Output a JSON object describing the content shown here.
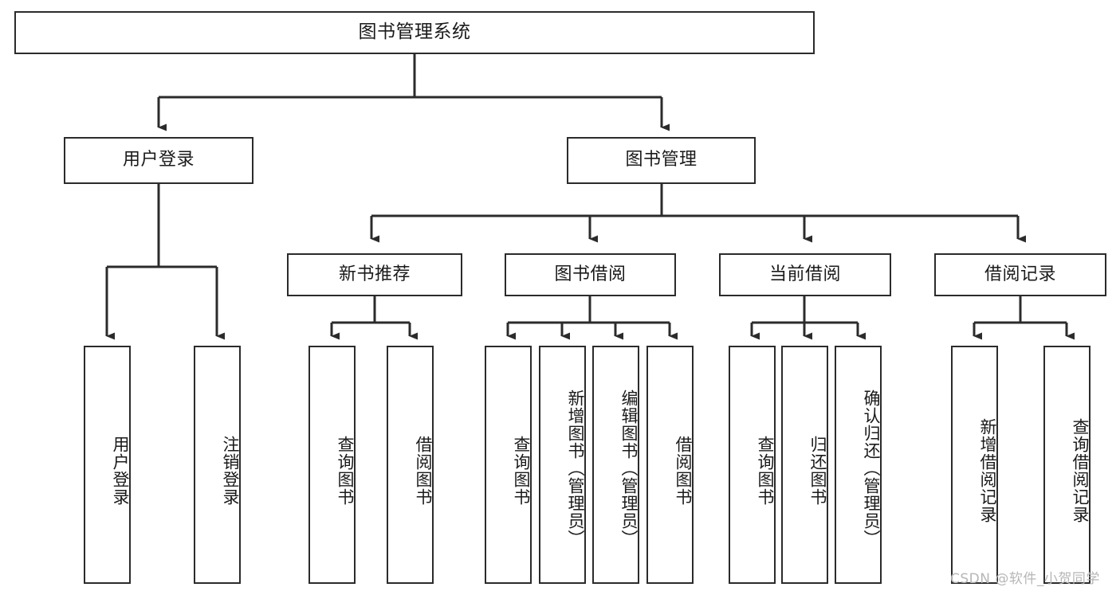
{
  "diagram": {
    "title": "图书管理系统",
    "type": "tree-hierarchy-diagram",
    "colors": {
      "box_border": "#2b2b2b",
      "box_fill": "#ffffff",
      "line": "#2b2b2b",
      "text": "#1a1a1a",
      "watermark": "#b6b6b6",
      "background": "#ffffff"
    },
    "root": {
      "label": "图书管理系统"
    },
    "level2": [
      {
        "label": "用户登录"
      },
      {
        "label": "图书管理"
      }
    ],
    "level3": [
      {
        "label": "新书推荐"
      },
      {
        "label": "图书借阅"
      },
      {
        "label": "当前借阅"
      },
      {
        "label": "借阅记录"
      }
    ],
    "leaves": {
      "user_login": [
        {
          "label": "用户登录"
        },
        {
          "label": "注销登录"
        }
      ],
      "new_book_recommend": [
        {
          "label": "查询图书"
        },
        {
          "label": "借阅图书"
        }
      ],
      "book_borrow": [
        {
          "label": "查询图书"
        },
        {
          "label": "新增图书（管理员）"
        },
        {
          "label": "编辑图书（管理员）"
        },
        {
          "label": "借阅图书"
        }
      ],
      "current_borrow": [
        {
          "label": "查询图书"
        },
        {
          "label": "归还图书"
        },
        {
          "label": "确认归还（管理员）"
        }
      ],
      "borrow_record": [
        {
          "label": "新增借阅记录"
        },
        {
          "label": "查询借阅记录"
        }
      ]
    }
  },
  "watermark": {
    "text": "CSDN @软件_小贺同学"
  }
}
